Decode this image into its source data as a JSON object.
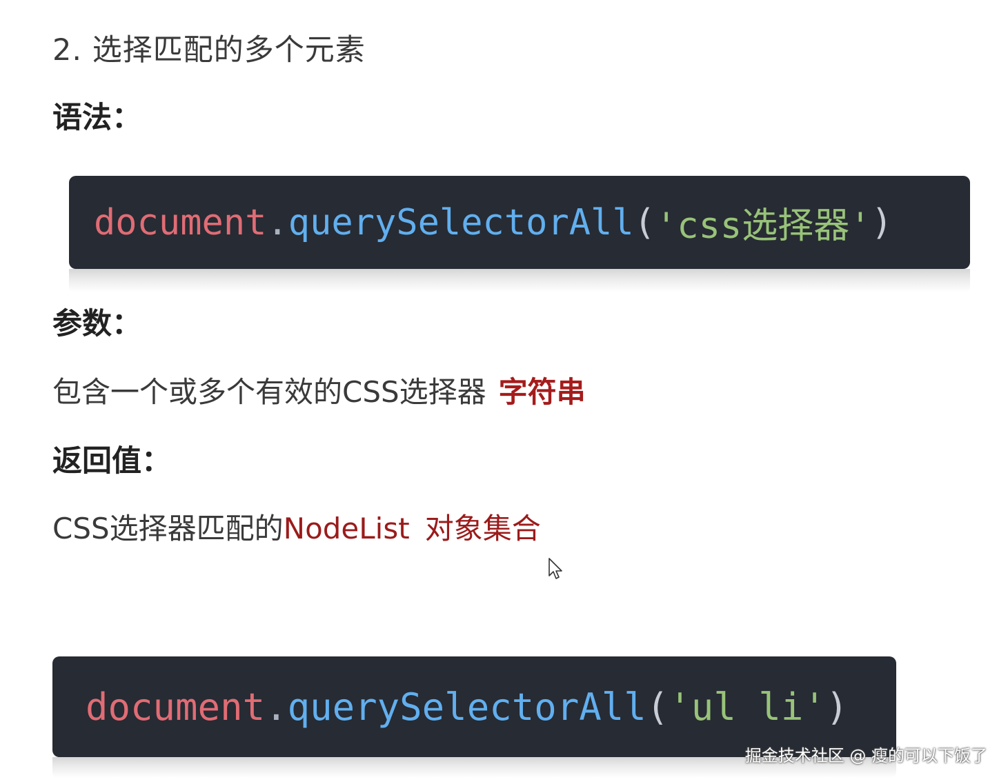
{
  "section_title": "2. 选择匹配的多个元素",
  "syntax": {
    "heading": "语法：",
    "code": {
      "object": "document",
      "dot": ".",
      "method": "querySelectorAll",
      "open_paren": "(",
      "argument": "'css选择器'",
      "close_paren": ")"
    }
  },
  "params": {
    "heading": "参数：",
    "text": "包含一个或多个有效的CSS选择器",
    "emphasis": "字符串"
  },
  "returns": {
    "heading": "返回值：",
    "text_prefix": "CSS选择器匹配的",
    "nodelist": "NodeList",
    "suffix": "对象集合"
  },
  "example": {
    "code": {
      "object": "document",
      "dot": ".",
      "method": "querySelectorAll",
      "open_paren": "(",
      "argument": "'ul li'",
      "close_paren": ")"
    }
  },
  "watermark": "掘金技术社区 @ 瘦的可以下饭了",
  "icons": {
    "cursor": "mouse-pointer-icon"
  },
  "colors": {
    "code_background": "#272b33",
    "code_object": "#e06c75",
    "code_method": "#61afef",
    "code_string": "#98c379",
    "emphasis_red": "#a51c1c"
  }
}
